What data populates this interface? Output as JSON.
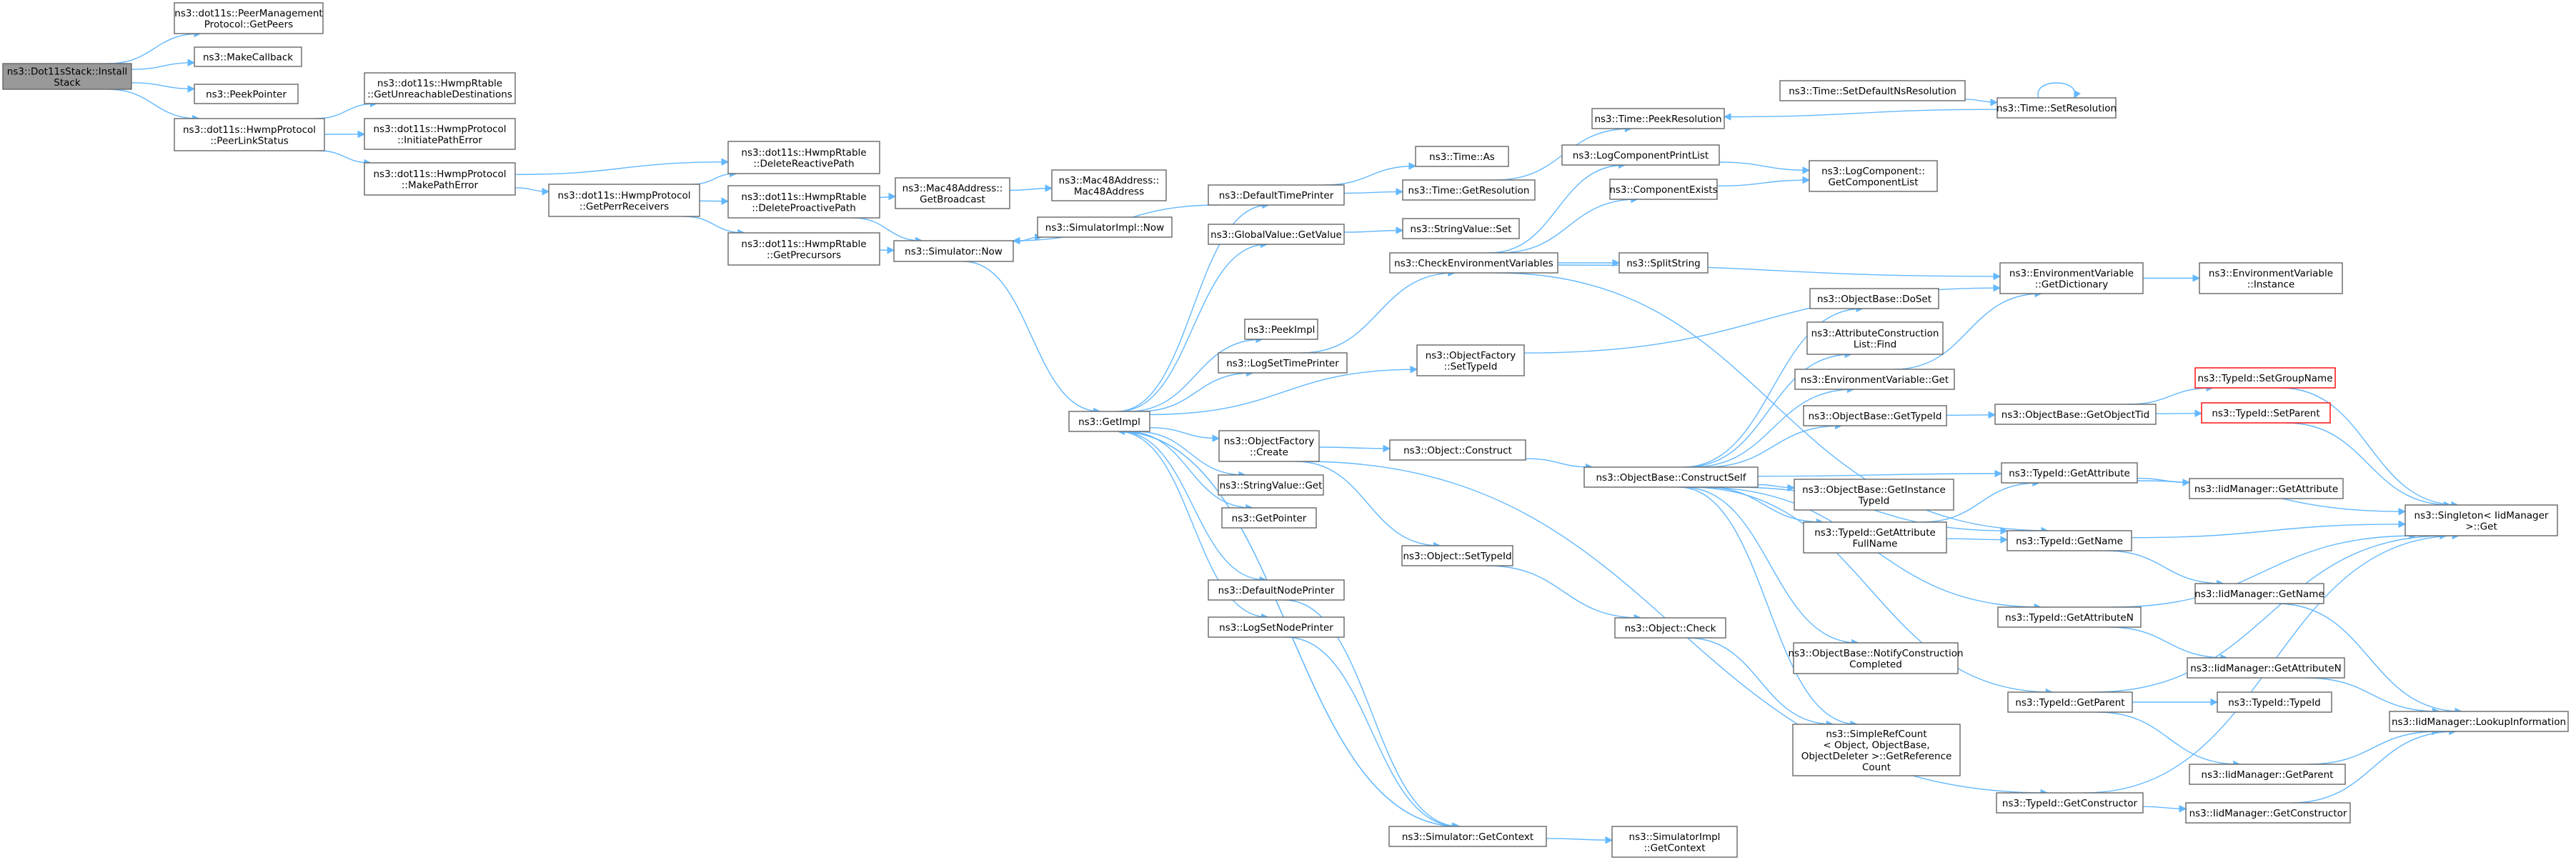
{
  "colors": {
    "edge": "#63b8ff",
    "node_border": "#666666",
    "root_fill": "#999999",
    "highlight_border": "#ff0000"
  },
  "nodes": [
    {
      "id": "root",
      "lines": [
        "ns3::Dot11sStack::Install",
        "Stack"
      ]
    },
    {
      "id": "pm_getpeers",
      "lines": [
        "ns3::dot11s::PeerManagement",
        "Protocol::GetPeers"
      ]
    },
    {
      "id": "makecallback",
      "lines": [
        "ns3::MakeCallback"
      ]
    },
    {
      "id": "peekpointer",
      "lines": [
        "ns3::PeekPointer"
      ]
    },
    {
      "id": "peerlinkstatus",
      "lines": [
        "ns3::dot11s::HwmpProtocol",
        "::PeerLinkStatus"
      ]
    },
    {
      "id": "getunreach",
      "lines": [
        "ns3::dot11s::HwmpRtable",
        "::GetUnreachableDestinations"
      ]
    },
    {
      "id": "initpatherr",
      "lines": [
        "ns3::dot11s::HwmpProtocol",
        "::InitiatePathError"
      ]
    },
    {
      "id": "makepatherr",
      "lines": [
        "ns3::dot11s::HwmpProtocol",
        "::MakePathError"
      ]
    },
    {
      "id": "delreactive",
      "lines": [
        "ns3::dot11s::HwmpRtable",
        "::DeleteReactivePath"
      ]
    },
    {
      "id": "getperr",
      "lines": [
        "ns3::dot11s::HwmpProtocol",
        "::GetPerrReceivers"
      ]
    },
    {
      "id": "delproactive",
      "lines": [
        "ns3::dot11s::HwmpRtable",
        "::DeleteProactivePath"
      ]
    },
    {
      "id": "getprecursors",
      "lines": [
        "ns3::dot11s::HwmpRtable",
        "::GetPrecursors"
      ]
    },
    {
      "id": "getbroadcast",
      "lines": [
        "ns3::Mac48Address::",
        "GetBroadcast"
      ]
    },
    {
      "id": "mac48",
      "lines": [
        "ns3::Mac48Address::",
        "Mac48Address"
      ]
    },
    {
      "id": "simnow",
      "lines": [
        "ns3::Simulator::Now"
      ]
    },
    {
      "id": "simimplnow",
      "lines": [
        "ns3::SimulatorImpl::Now"
      ]
    },
    {
      "id": "getimpl",
      "lines": [
        "ns3::GetImpl"
      ]
    },
    {
      "id": "deftimeprinter",
      "lines": [
        "ns3::DefaultTimePrinter"
      ]
    },
    {
      "id": "timeas",
      "lines": [
        "ns3::Time::As"
      ]
    },
    {
      "id": "timegetres",
      "lines": [
        "ns3::Time::GetResolution"
      ]
    },
    {
      "id": "peekres",
      "lines": [
        "ns3::Time::PeekResolution"
      ]
    },
    {
      "id": "setdefnsres",
      "lines": [
        "ns3::Time::SetDefaultNsResolution"
      ]
    },
    {
      "id": "setres",
      "lines": [
        "ns3::Time::SetResolution"
      ]
    },
    {
      "id": "gvgetvalue",
      "lines": [
        "ns3::GlobalValue::GetValue"
      ]
    },
    {
      "id": "svset",
      "lines": [
        "ns3::StringValue::Set"
      ]
    },
    {
      "id": "logcompprintlist",
      "lines": [
        "ns3::LogComponentPrintList"
      ]
    },
    {
      "id": "logcompgetlist",
      "lines": [
        "ns3::LogComponent::",
        "GetComponentList"
      ]
    },
    {
      "id": "compexists",
      "lines": [
        "ns3::ComponentExists"
      ]
    },
    {
      "id": "checkenv",
      "lines": [
        "ns3::CheckEnvironmentVariables"
      ]
    },
    {
      "id": "splitstring",
      "lines": [
        "ns3::SplitString"
      ]
    },
    {
      "id": "envgetdict",
      "lines": [
        "ns3::EnvironmentVariable",
        "::GetDictionary"
      ]
    },
    {
      "id": "envinstance",
      "lines": [
        "ns3::EnvironmentVariable",
        "::Instance"
      ]
    },
    {
      "id": "peekimpl",
      "lines": [
        "ns3::PeekImpl"
      ]
    },
    {
      "id": "logsettime",
      "lines": [
        "ns3::LogSetTimePrinter"
      ]
    },
    {
      "id": "ofsettypeid",
      "lines": [
        "ns3::ObjectFactory",
        "::SetTypeId"
      ]
    },
    {
      "id": "obdoset",
      "lines": [
        "ns3::ObjectBase::DoSet"
      ]
    },
    {
      "id": "attrconstfind",
      "lines": [
        "ns3::AttributeConstruction",
        "List::Find"
      ]
    },
    {
      "id": "envget",
      "lines": [
        "ns3::EnvironmentVariable::Get"
      ]
    },
    {
      "id": "obgettypeid",
      "lines": [
        "ns3::ObjectBase::GetTypeId"
      ]
    },
    {
      "id": "obgetobjtid",
      "lines": [
        "ns3::ObjectBase::GetObjectTid"
      ]
    },
    {
      "id": "tidsetgroup",
      "lines": [
        "ns3::TypeId::SetGroupName"
      ],
      "red": true
    },
    {
      "id": "tidsetparent",
      "lines": [
        "ns3::TypeId::SetParent"
      ],
      "red": true
    },
    {
      "id": "ofcreate",
      "lines": [
        "ns3::ObjectFactory",
        "::Create"
      ]
    },
    {
      "id": "objconstruct",
      "lines": [
        "ns3::Object::Construct"
      ]
    },
    {
      "id": "obconstructself",
      "lines": [
        "ns3::ObjectBase::ConstructSelf"
      ]
    },
    {
      "id": "tidgetattr",
      "lines": [
        "ns3::TypeId::GetAttribute"
      ]
    },
    {
      "id": "iidgetattr",
      "lines": [
        "ns3::IidManager::GetAttribute"
      ]
    },
    {
      "id": "svget",
      "lines": [
        "ns3::StringValue::Get"
      ]
    },
    {
      "id": "obgetinsttid",
      "lines": [
        "ns3::ObjectBase::GetInstance",
        "TypeId"
      ]
    },
    {
      "id": "getpointer",
      "lines": [
        "ns3::GetPointer"
      ]
    },
    {
      "id": "tidgetattrfull",
      "lines": [
        "ns3::TypeId::GetAttribute",
        "FullName"
      ]
    },
    {
      "id": "tidgetname",
      "lines": [
        "ns3::TypeId::GetName"
      ]
    },
    {
      "id": "singletonget",
      "lines": [
        "ns3::Singleton< IidManager",
        ">::Get"
      ]
    },
    {
      "id": "objsettypeid",
      "lines": [
        "ns3::Object::SetTypeId"
      ]
    },
    {
      "id": "defnodeprinter",
      "lines": [
        "ns3::DefaultNodePrinter"
      ]
    },
    {
      "id": "iidgetname",
      "lines": [
        "ns3::IidManager::GetName"
      ]
    },
    {
      "id": "logsetnode",
      "lines": [
        "ns3::LogSetNodePrinter"
      ]
    },
    {
      "id": "tidgetattrn",
      "lines": [
        "ns3::TypeId::GetAttributeN"
      ]
    },
    {
      "id": "objcheck",
      "lines": [
        "ns3::Object::Check"
      ]
    },
    {
      "id": "obnotify",
      "lines": [
        "ns3::ObjectBase::NotifyConstruction",
        "Completed"
      ]
    },
    {
      "id": "iidgetattrn",
      "lines": [
        "ns3::IidManager::GetAttributeN"
      ]
    },
    {
      "id": "tidgetparent",
      "lines": [
        "ns3::TypeId::GetParent"
      ]
    },
    {
      "id": "tidtypeid",
      "lines": [
        "ns3::TypeId::TypeId"
      ]
    },
    {
      "id": "iidlookup",
      "lines": [
        "ns3::IidManager::LookupInformation"
      ]
    },
    {
      "id": "srcgetref",
      "lines": [
        "ns3::SimpleRefCount",
        "< Object, ObjectBase,",
        "ObjectDeleter >::GetReference",
        "Count"
      ]
    },
    {
      "id": "iidgetparent",
      "lines": [
        "ns3::IidManager::GetParent"
      ]
    },
    {
      "id": "tidgetctor",
      "lines": [
        "ns3::TypeId::GetConstructor"
      ]
    },
    {
      "id": "iidgetctor",
      "lines": [
        "ns3::IidManager::GetConstructor"
      ]
    },
    {
      "id": "simgetctx",
      "lines": [
        "ns3::Simulator::GetContext"
      ]
    },
    {
      "id": "simimplgetctx",
      "lines": [
        "ns3::SimulatorImpl",
        "::GetContext"
      ]
    }
  ],
  "edges": [
    [
      "root",
      "pm_getpeers"
    ],
    [
      "root",
      "makecallback"
    ],
    [
      "root",
      "peekpointer"
    ],
    [
      "root",
      "peerlinkstatus"
    ],
    [
      "peerlinkstatus",
      "getunreach"
    ],
    [
      "peerlinkstatus",
      "initpatherr"
    ],
    [
      "peerlinkstatus",
      "makepatherr"
    ],
    [
      "makepatherr",
      "delreactive"
    ],
    [
      "makepatherr",
      "getperr"
    ],
    [
      "getperr",
      "delreactive"
    ],
    [
      "getperr",
      "delproactive"
    ],
    [
      "getperr",
      "getprecursors"
    ],
    [
      "delproactive",
      "getbroadcast"
    ],
    [
      "delproactive",
      "simnow"
    ],
    [
      "getprecursors",
      "simnow"
    ],
    [
      "getbroadcast",
      "mac48"
    ],
    [
      "simnow",
      "simimplnow"
    ],
    [
      "simnow",
      "getimpl"
    ],
    [
      "getimpl",
      "deftimeprinter"
    ],
    [
      "getimpl",
      "gvgetvalue"
    ],
    [
      "getimpl",
      "peekimpl"
    ],
    [
      "getimpl",
      "logsettime"
    ],
    [
      "getimpl",
      "ofsettypeid"
    ],
    [
      "getimpl",
      "ofcreate"
    ],
    [
      "getimpl",
      "svget"
    ],
    [
      "getimpl",
      "getpointer"
    ],
    [
      "getimpl",
      "defnodeprinter"
    ],
    [
      "getimpl",
      "logsetnode"
    ],
    [
      "getimpl",
      "simgetctx"
    ],
    [
      "deftimeprinter",
      "timeas"
    ],
    [
      "deftimeprinter",
      "timegetres"
    ],
    [
      "deftimeprinter",
      "simnow"
    ],
    [
      "timegetres",
      "peekres"
    ],
    [
      "setdefnsres",
      "setres"
    ],
    [
      "setres",
      "peekres"
    ],
    [
      "setres",
      "setres"
    ],
    [
      "gvgetvalue",
      "svset"
    ],
    [
      "logsettime",
      "checkenv"
    ],
    [
      "checkenv",
      "logcompprintlist"
    ],
    [
      "checkenv",
      "compexists"
    ],
    [
      "checkenv",
      "splitstring"
    ],
    [
      "checkenv",
      "envgetdict"
    ],
    [
      "checkenv",
      "tidgetname"
    ],
    [
      "logcompprintlist",
      "logcompgetlist"
    ],
    [
      "compexists",
      "logcompgetlist"
    ],
    [
      "envgetdict",
      "envinstance"
    ],
    [
      "ofsettypeid",
      "envgetdict"
    ],
    [
      "ofcreate",
      "objconstruct"
    ],
    [
      "ofcreate",
      "objsettypeid"
    ],
    [
      "ofcreate",
      "tidgetctor"
    ],
    [
      "objconstruct",
      "obconstructself"
    ],
    [
      "obconstructself",
      "obdoset"
    ],
    [
      "obconstructself",
      "attrconstfind"
    ],
    [
      "obconstructself",
      "envget"
    ],
    [
      "obconstructself",
      "obgettypeid"
    ],
    [
      "obconstructself",
      "tidgetattr"
    ],
    [
      "obconstructself",
      "obgetinsttid"
    ],
    [
      "obconstructself",
      "tidgetattrfull"
    ],
    [
      "obconstructself",
      "tidgetname"
    ],
    [
      "obconstructself",
      "tidgetattrn"
    ],
    [
      "obconstructself",
      "obnotify"
    ],
    [
      "obconstructself",
      "tidgetparent"
    ],
    [
      "obconstructself",
      "srcgetref"
    ],
    [
      "envget",
      "envgetdict"
    ],
    [
      "obgettypeid",
      "obgetobjtid"
    ],
    [
      "obgetobjtid",
      "tidsetgroup"
    ],
    [
      "obgetobjtid",
      "tidsetparent"
    ],
    [
      "tidsetgroup",
      "singletonget"
    ],
    [
      "tidsetparent",
      "singletonget"
    ],
    [
      "tidgetattr",
      "iidgetattr"
    ],
    [
      "tidgetattr",
      "singletonget"
    ],
    [
      "tidgetattrfull",
      "tidgetattr"
    ],
    [
      "tidgetattrfull",
      "tidgetname"
    ],
    [
      "tidgetname",
      "singletonget"
    ],
    [
      "tidgetname",
      "iidgetname"
    ],
    [
      "iidgetname",
      "iidlookup"
    ],
    [
      "tidgetattrn",
      "singletonget"
    ],
    [
      "tidgetattrn",
      "iidgetattrn"
    ],
    [
      "iidgetattrn",
      "iidlookup"
    ],
    [
      "tidgetparent",
      "singletonget"
    ],
    [
      "tidgetparent",
      "tidtypeid"
    ],
    [
      "tidgetparent",
      "iidgetparent"
    ],
    [
      "iidgetparent",
      "iidlookup"
    ],
    [
      "tidgetctor",
      "singletonget"
    ],
    [
      "tidgetctor",
      "iidgetctor"
    ],
    [
      "iidgetctor",
      "iidlookup"
    ],
    [
      "objsettypeid",
      "objcheck"
    ],
    [
      "objcheck",
      "srcgetref"
    ],
    [
      "defnodeprinter",
      "simgetctx"
    ],
    [
      "logsetnode",
      "simgetctx"
    ],
    [
      "simgetctx",
      "simimplgetctx"
    ],
    [
      "simgetctx",
      "getimpl"
    ]
  ]
}
